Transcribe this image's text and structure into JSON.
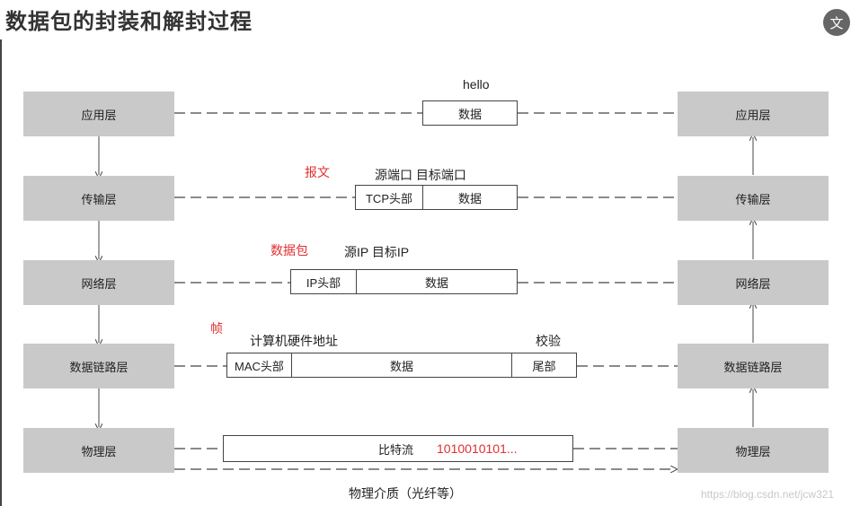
{
  "title": "数据包的封装和解封过程",
  "translate_icon": "文",
  "layers_left": [
    "应用层",
    "传输层",
    "网络层",
    "数据链路层",
    "物理层"
  ],
  "layers_right": [
    "应用层",
    "传输层",
    "网络层",
    "数据链路层",
    "物理层"
  ],
  "row1": {
    "label": "hello",
    "data": "数据"
  },
  "row2": {
    "name": "报文",
    "header_label": "源端口  目标端口",
    "header": "TCP头部",
    "data": "数据"
  },
  "row3": {
    "name": "数据包",
    "header_label": "源IP  目标IP",
    "header": "IP头部",
    "data": "数据"
  },
  "row4": {
    "name": "帧",
    "header_label": "计算机硬件地址",
    "trailer_label": "校验",
    "header": "MAC头部",
    "data": "数据",
    "trailer": "尾部"
  },
  "row5": {
    "data": "比特流",
    "bits": "1010010101..."
  },
  "medium": "物理介质（光纤等）",
  "watermark": "https://blog.csdn.net/jcw321",
  "colors": {
    "layer_fill": "#c9c9c9",
    "accent_red": "#e03030",
    "line": "#444444"
  }
}
